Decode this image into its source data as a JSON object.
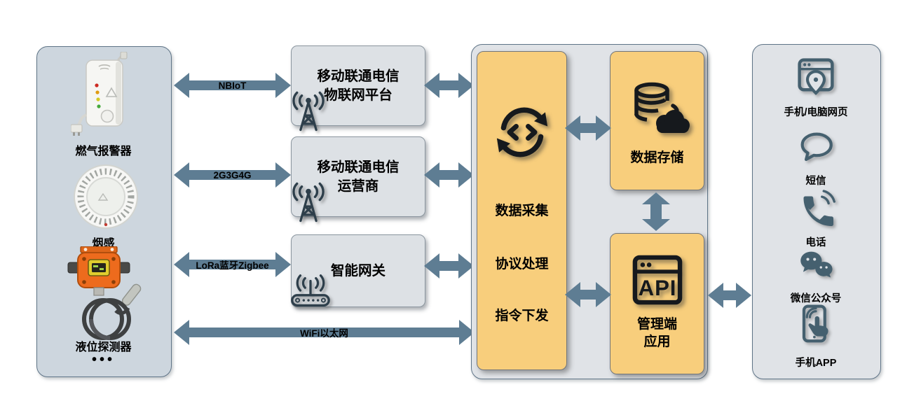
{
  "diagram": {
    "device_panel": {
      "devices": [
        {
          "icon": "gas-alarm-device",
          "label": "燃气报警器"
        },
        {
          "icon": "smoke-detector-device",
          "label": "烟感"
        },
        {
          "icon": "liquid-level-device",
          "label": "液位探测器"
        }
      ],
      "more": "•••"
    },
    "links": [
      {
        "label": "NBIoT"
      },
      {
        "label": "2G3G4G"
      },
      {
        "label": "LoRa蓝牙Zigbee"
      },
      {
        "label": "WiFi以太网"
      }
    ],
    "network_boxes": [
      {
        "icon": "radio-tower-icon",
        "line1": "移动联通电信",
        "line2": "物联网平台"
      },
      {
        "icon": "radio-tower-icon",
        "line1": "移动联通电信",
        "line2": "运营商"
      },
      {
        "icon": "wireless-router-icon",
        "line1": "智能网关"
      }
    ],
    "platform": {
      "core": {
        "icon": "sync-code-icon",
        "functions": [
          "数据采集",
          "协议处理",
          "指令下发"
        ]
      },
      "storage": {
        "icon": "database-cloud-icon",
        "label": "数据存储"
      },
      "management": {
        "icon": "api-window-icon",
        "line1": "管理端",
        "line2": "应用"
      }
    },
    "channels": [
      {
        "icon": "web-page-location-icon",
        "label": "手机/电脑网页"
      },
      {
        "icon": "sms-bubble-icon",
        "label": "短信"
      },
      {
        "icon": "phone-call-icon",
        "label": "电话"
      },
      {
        "icon": "wechat-icon",
        "label": "微信公众号"
      },
      {
        "icon": "mobile-app-touch-icon",
        "label": "手机APP"
      }
    ],
    "colors": {
      "arrow": "#5e7d93",
      "device_panel_fill": "#cdd6de",
      "panel_fill": "#e0e3e7",
      "box_fill": "#dde1e5",
      "highlight_fill": "#f8ce7c",
      "icon_dark": "#16191d",
      "icon_mid": "#2e3f4b",
      "icon_slate": "#45606f",
      "label": "#000000"
    }
  }
}
